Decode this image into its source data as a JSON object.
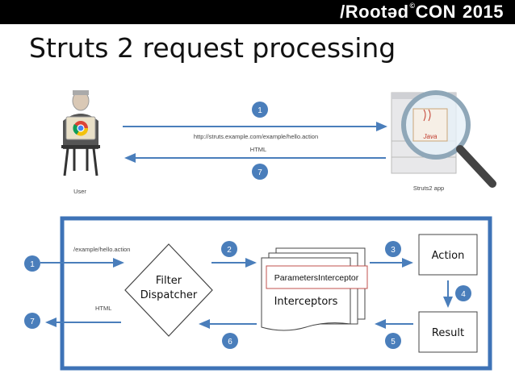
{
  "header": {
    "brand": "/Rootəd",
    "brand_mark": "©",
    "brand_suffix": "CON",
    "year": "2015"
  },
  "title": "Struts 2 request processing",
  "top": {
    "user_label": "User",
    "app_label": "Struts2 app",
    "request_step": "1",
    "request_url": "http://struts.example.com/example/hello.action",
    "response_label": "HTML",
    "response_step": "7"
  },
  "bottom": {
    "in_step": "1",
    "in_path": "/example/hello.action",
    "out_step": "7",
    "out_label": "HTML",
    "filter_line1": "Filter",
    "filter_line2": "Dispatcher",
    "step_2": "2",
    "step_3": "3",
    "step_4": "4",
    "step_5": "5",
    "step_6": "6",
    "interceptor_name": "ParametersInterceptor",
    "interceptors_label": "Interceptors",
    "action_label": "Action",
    "result_label": "Result"
  },
  "colors": {
    "accent": "#4A7EBB",
    "frame": "#3E73B7",
    "red": "#C0504D"
  }
}
